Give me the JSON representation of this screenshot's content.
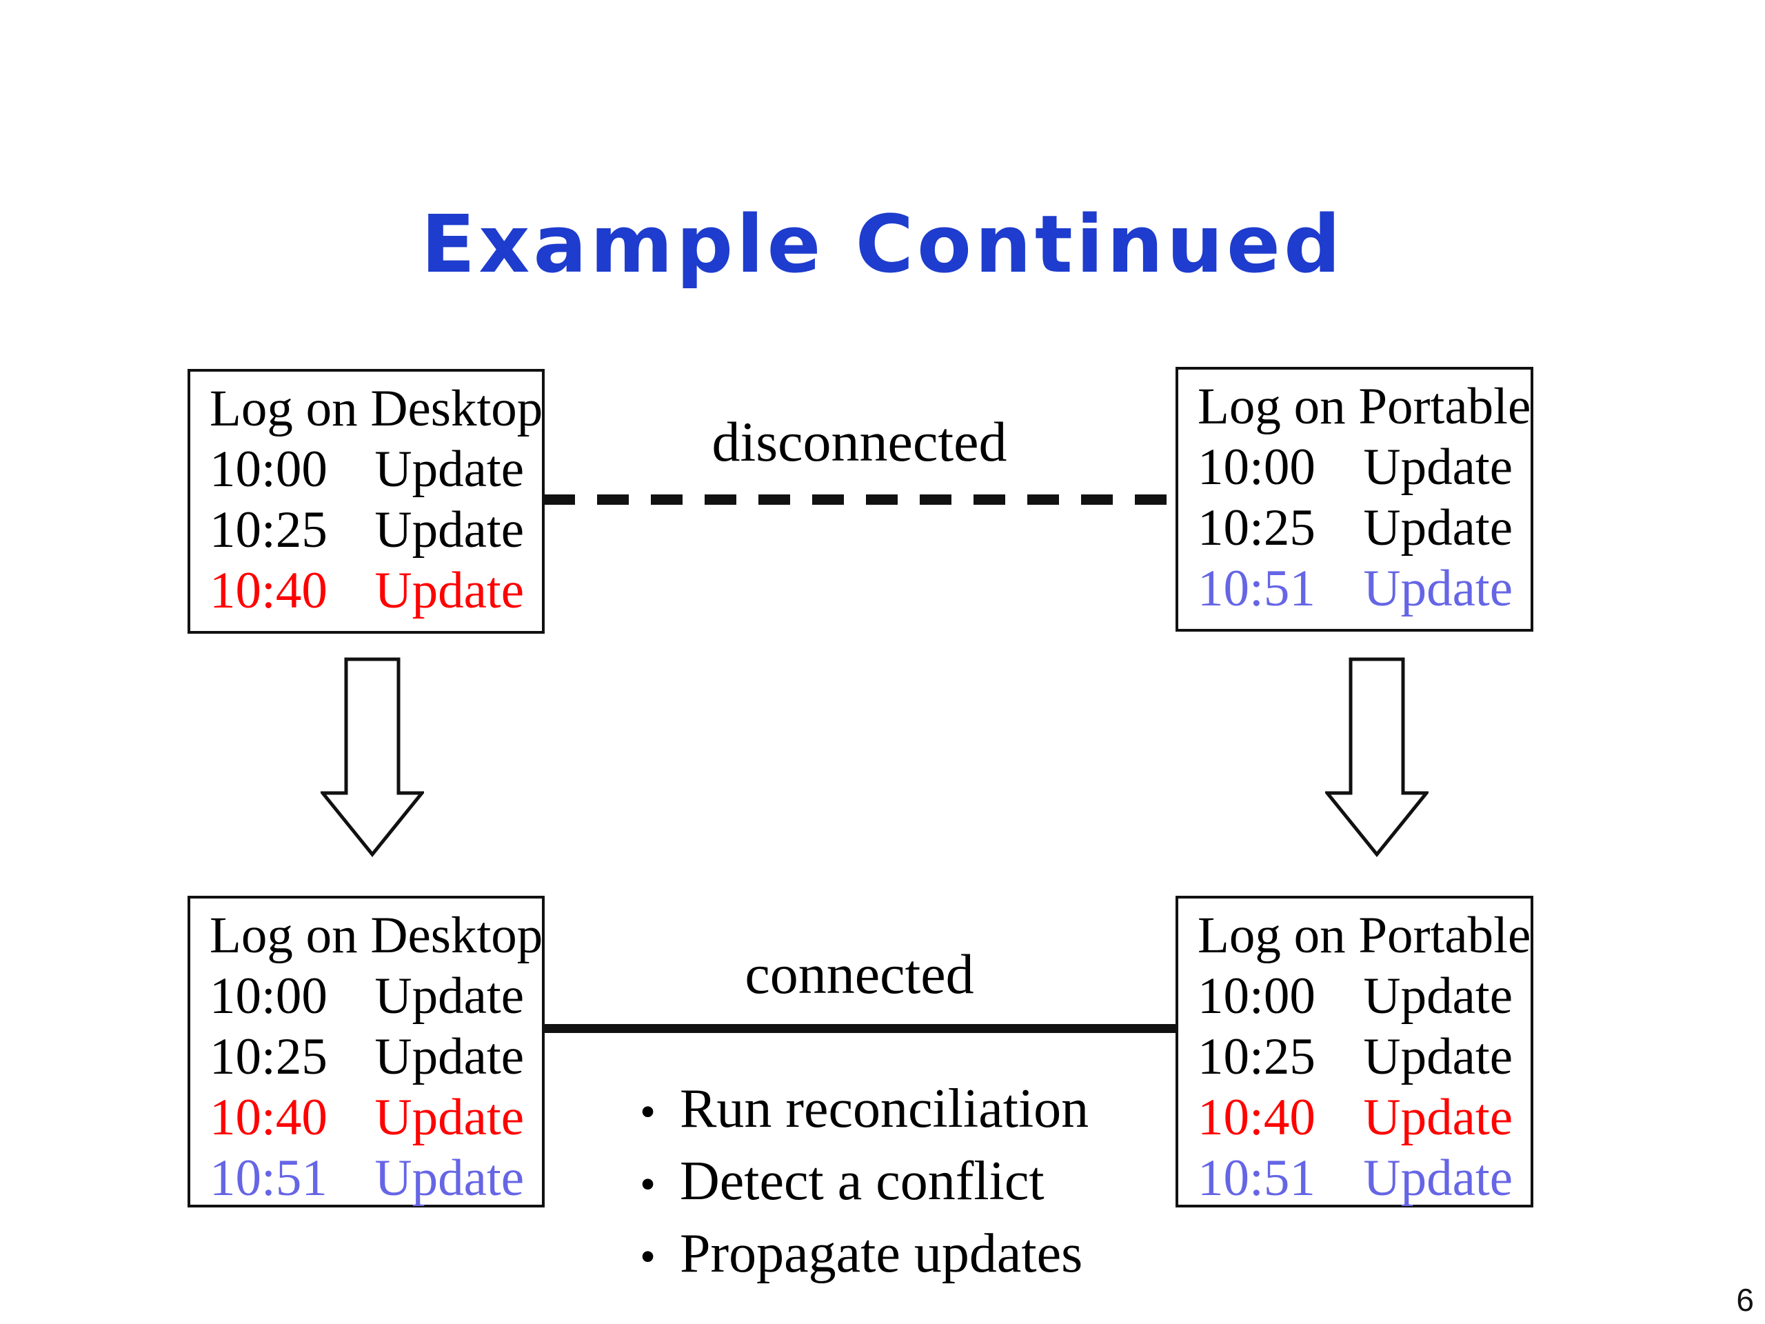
{
  "slide": {
    "title": "Example Continued",
    "page_number": "6"
  },
  "colors": {
    "title": "#1e3ccd",
    "red": "#ff0000",
    "blue": "#6565e5"
  },
  "labels": {
    "disconnected": "disconnected",
    "connected": "connected"
  },
  "boxes": {
    "top_left": {
      "header": "Log on Desktop",
      "rows": [
        {
          "time": "10:00",
          "action": "Update",
          "tone": "black"
        },
        {
          "time": "10:25",
          "action": "Update",
          "tone": "black"
        },
        {
          "time": "10:40",
          "action": "Update",
          "tone": "red"
        }
      ]
    },
    "top_right": {
      "header": "Log on Portable",
      "rows": [
        {
          "time": "10:00",
          "action": "Update",
          "tone": "black"
        },
        {
          "time": "10:25",
          "action": "Update",
          "tone": "black"
        },
        {
          "time": "10:51",
          "action": "Update",
          "tone": "blue"
        }
      ]
    },
    "bottom_left": {
      "header": "Log on Desktop",
      "rows": [
        {
          "time": "10:00",
          "action": "Update",
          "tone": "black"
        },
        {
          "time": "10:25",
          "action": "Update",
          "tone": "black"
        },
        {
          "time": "10:40",
          "action": "Update",
          "tone": "red"
        },
        {
          "time": "10:51",
          "action": "Update",
          "tone": "blue"
        }
      ]
    },
    "bottom_right": {
      "header": "Log on Portable",
      "rows": [
        {
          "time": "10:00",
          "action": "Update",
          "tone": "black"
        },
        {
          "time": "10:25",
          "action": "Update",
          "tone": "black"
        },
        {
          "time": "10:40",
          "action": "Update",
          "tone": "red"
        },
        {
          "time": "10:51",
          "action": "Update",
          "tone": "blue"
        }
      ]
    }
  },
  "bullets": {
    "items": [
      "Run reconciliation",
      "Detect a conflict",
      "Propagate updates"
    ]
  }
}
